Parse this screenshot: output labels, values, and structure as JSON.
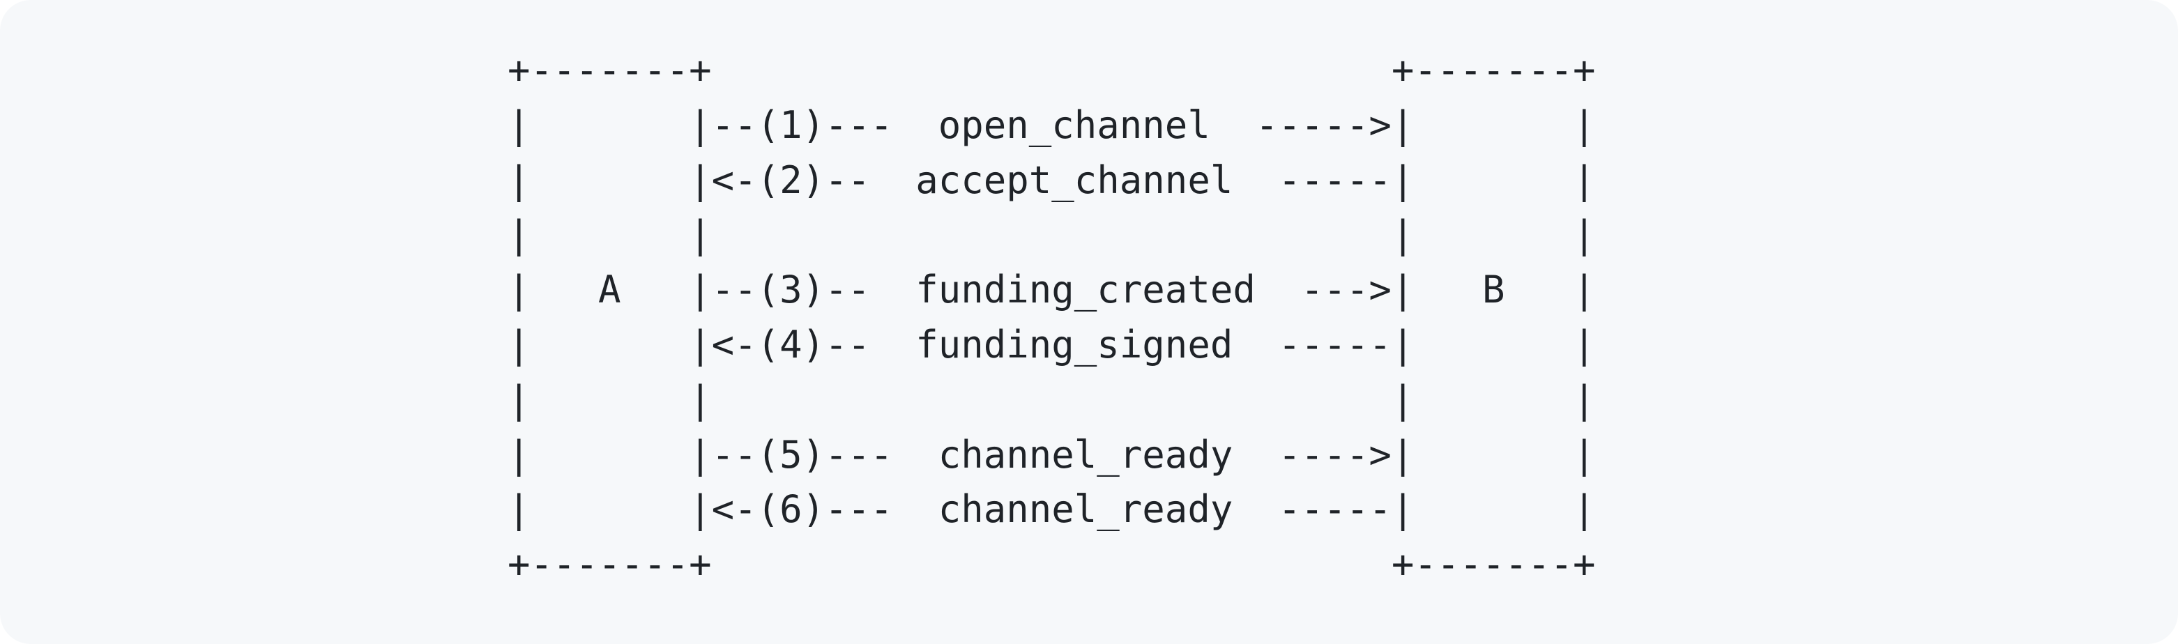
{
  "diagram": {
    "lines": [
      "+-------+                              +-------+",
      "|       |--(1)---  open_channel  ----->|       |",
      "|       |<-(2)--  accept_channel  -----|       |",
      "|       |                              |       |",
      "|   A   |--(3)--  funding_created  --->|   B   |",
      "|       |<-(4)--  funding_signed  -----|       |",
      "|       |                              |       |",
      "|       |--(5)---  channel_ready  ---->|       |",
      "|       |<-(6)---  channel_ready  -----|       |",
      "+-------+                              +-------+"
    ],
    "colors": {
      "panel_background": "#f6f8fa",
      "text": "#1f2328"
    }
  }
}
